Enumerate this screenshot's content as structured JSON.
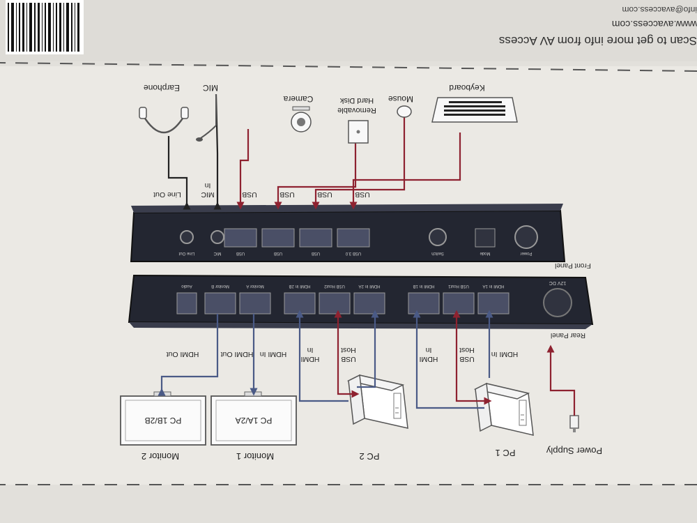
{
  "header": {
    "line1": "Scan to get more info from AV Access",
    "line2": "www.avaccess.com",
    "line3": "info@avaccess.com"
  },
  "panels": {
    "front_panel_label": "Front Panel",
    "rear_panel_label": "Rear Panel",
    "front_ports": [
      "USB 3.0",
      "USB",
      "USB",
      "USB",
      "MIC",
      "Line Out"
    ],
    "front_controls": [
      "Power",
      "Mode",
      "Switch"
    ],
    "rear_ports": [
      "HDMI In 1A",
      "USB Host1",
      "HDMI In 1B",
      "HDMI In 2A",
      "USB Host2",
      "HDMI In 2B",
      "Monitor A",
      "Monitor B",
      "Audio"
    ],
    "rear_power": "12V DC"
  },
  "peripherals": {
    "keyboard": "Keyboard",
    "mouse": "Mouse",
    "removable_1": "Removable",
    "removable_2": "Hard Disk",
    "camera": "Camera",
    "mic": "MIC",
    "earphone": "Earphone"
  },
  "front_connection_labels": {
    "usb_1": "USB",
    "usb_2": "USB",
    "usb_3": "USB",
    "usb_4": "USB",
    "mic_in_1": "MIC",
    "mic_in_2": "In",
    "line_out": "Line Out"
  },
  "rear_connection_labels": {
    "hdmi_in_1": "HDMI In",
    "usb_host_1a": "USB",
    "usb_host_1b": "Host",
    "hdmi_in_2a": "HDMI",
    "hdmi_in_2b": "In",
    "usb_host_2a": "USB",
    "usb_host_2b": "Host",
    "hdmi_in_3a": "HDMI",
    "hdmi_in_3b": "In",
    "hdmi_in_4": "HDMI In",
    "hdmi_out_1": "HDMI Out",
    "hdmi_out_2": "HDMI Out"
  },
  "devices": {
    "power_supply": "Power Supply",
    "pc1": "PC 1",
    "pc2": "PC 2",
    "monitor1": "Monitor 1",
    "monitor2": "Monitor 2",
    "monitor1_screen": "PC 1A/2A",
    "monitor2_screen": "PC 1B/2B"
  },
  "colors": {
    "usb_line": "#8e2230",
    "hdmi_line": "#4a5a86",
    "audio_line": "#222222",
    "panel_body": "#232631"
  }
}
